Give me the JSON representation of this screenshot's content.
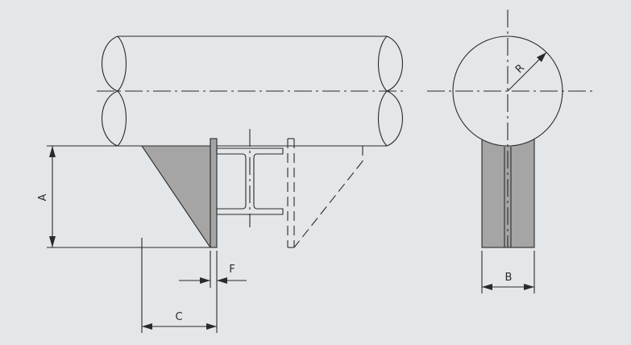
{
  "drawing": {
    "background": "#e3e7ea",
    "line_color": "#2a2a2a",
    "fill_color": "#a5a5a5",
    "labels": {
      "A": "A",
      "B": "B",
      "C": "C",
      "F": "F",
      "R": "R"
    }
  }
}
